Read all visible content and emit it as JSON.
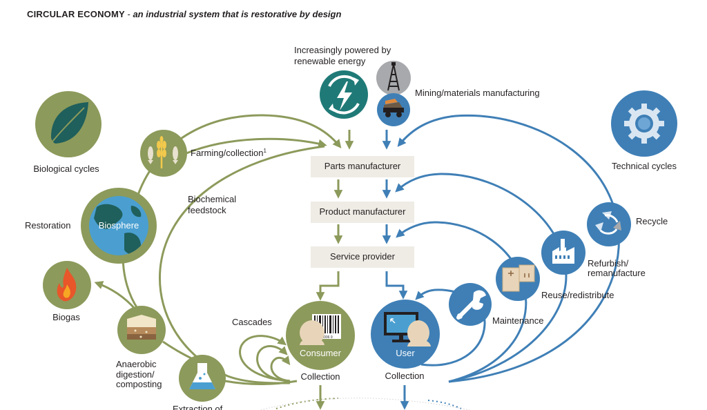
{
  "title": {
    "main": "CIRCULAR ECONOMY",
    "separator": " - ",
    "sub": "an industrial system that is restorative by design"
  },
  "colors": {
    "green": "#8c9a5b",
    "blue": "#3f7fb6",
    "teal": "#1f7a77",
    "box": "#efece6"
  },
  "top": {
    "energy_line1": "Increasingly powered by",
    "energy_line2": "renewable energy",
    "mining": "Mining/materials manufacturing"
  },
  "boxes": {
    "parts": "Parts manufacturer",
    "product": "Product manufacturer",
    "service": "Service provider"
  },
  "biological": {
    "label": "Biological cycles",
    "farming": "Farming/collection",
    "farming_note": "1",
    "biosphere": "Biosphere",
    "restoration": "Restoration",
    "biochemical_line1": "Biochemical",
    "biochemical_line2": "feedstock",
    "biogas": "Biogas",
    "anaerobic_line1": "Anaerobic",
    "anaerobic_line2": "digestion/",
    "anaerobic_line3": "composting",
    "extraction": "Extraction of",
    "cascades": "Cascades",
    "consumer": "Consumer",
    "collection": "Collection",
    "barcode_digits": "0006 9"
  },
  "technical": {
    "label": "Technical cycles",
    "recycle": "Recycle",
    "refurbish_line1": "Refurbish/",
    "refurbish_line2": "remanufacture",
    "reuse": "Reuse/redistribute",
    "maintenance": "Maintenance",
    "user": "User",
    "collection": "Collection"
  },
  "icons": {
    "leaf": "leaf-icon",
    "gear": "gear-icon",
    "energy": "renewable-energy-icon",
    "oil_rig": "oil-rig-icon",
    "mining_truck": "mining-truck-icon",
    "wheat_fish": "wheat-fish-icon",
    "globe": "globe-icon",
    "flame": "flame-icon",
    "compost": "compost-icon",
    "flask": "flask-icon",
    "barcode": "barcode-icon",
    "computer": "computer-icon",
    "wrench": "wrench-icon",
    "boxes": "boxes-icon",
    "factory": "factory-icon",
    "recycle": "recycle-icon"
  }
}
